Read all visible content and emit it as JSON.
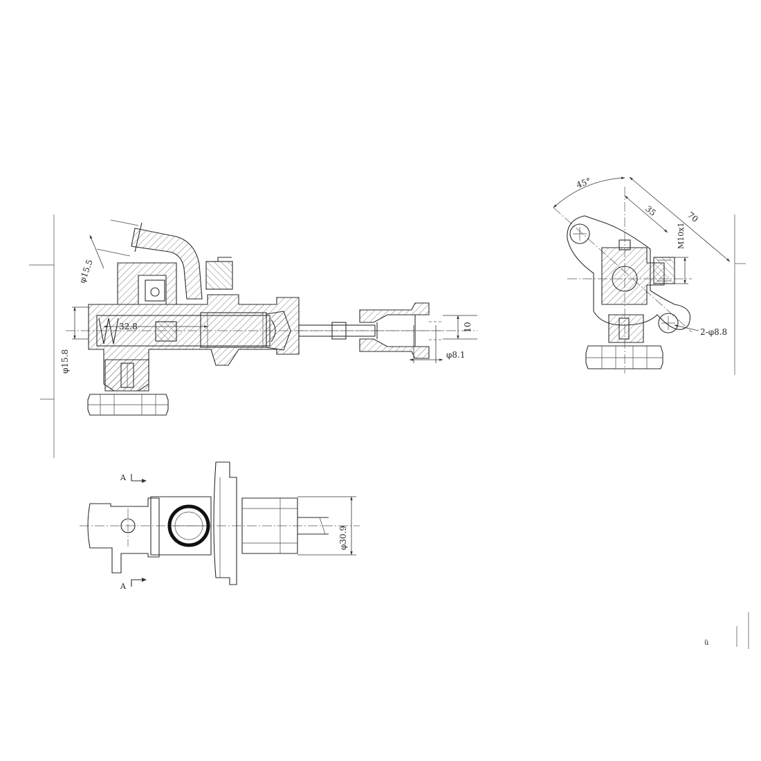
{
  "dimensions": {
    "main_bore": "32.8",
    "inlet_diameter": "φ15.5",
    "body_diameter": "φ15.8",
    "rod_end_height": "10",
    "rod_end_hole": "φ8.1",
    "end_angle": "45°",
    "end_offset": "35",
    "end_length": "70",
    "end_thread": "M10x1",
    "end_holes": "2-φ8.8",
    "plan_diameter": "φ30.9"
  },
  "section_marks": {
    "top": "A",
    "bottom": "A"
  },
  "corner_glyph": "ü"
}
